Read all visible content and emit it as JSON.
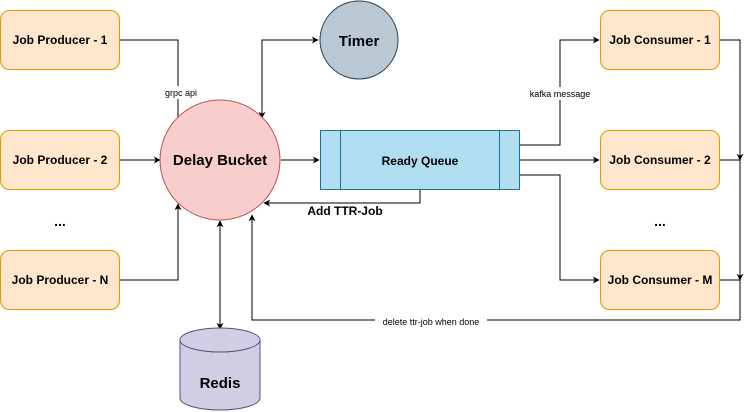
{
  "producers": {
    "p1": "Job Producer - 1",
    "p2": "Job Producer - 2",
    "pn": "Job Producer - N",
    "ellipsis": "..."
  },
  "consumers": {
    "c1": "Job Consumer - 1",
    "c2": "Job Consumer - 2",
    "cm": "Job Consumer - M",
    "ellipsis": "..."
  },
  "nodes": {
    "delay_bucket": "Delay Bucket",
    "ready_queue": "Ready Queue",
    "timer": "Timer",
    "redis": "Redis"
  },
  "edge_labels": {
    "grpc_api": "grpc api",
    "kafka_message": "kafka message",
    "add_ttr_job": "Add TTR-Job",
    "delete_ttr_job": "delete ttr-job when done"
  },
  "colors": {
    "producer_fill": "#ffe6cc",
    "producer_stroke": "#d79b00",
    "delay_bucket_fill": "#f8cecc",
    "delay_bucket_stroke": "#b85450",
    "queue_fill": "#b1ddf0",
    "queue_stroke": "#10739e",
    "timer_fill": "#bac8d3",
    "timer_stroke": "#23445d",
    "redis_fill": "#d0cee2",
    "redis_stroke": "#56517e"
  }
}
